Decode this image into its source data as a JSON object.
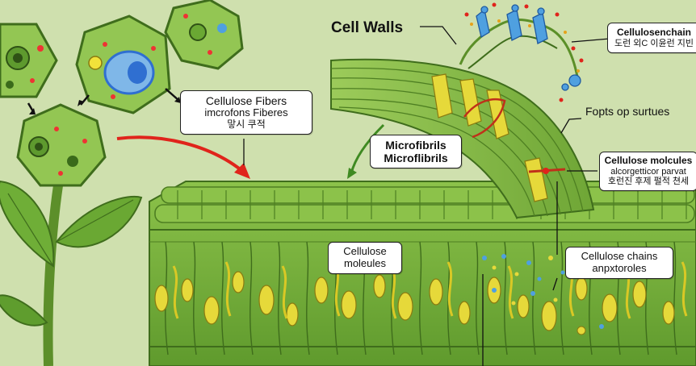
{
  "labels": {
    "cell_walls": "Cell Walls",
    "cellulose_fibers": {
      "line1": "Cellulose Fibers",
      "line2": "imcrofons Fiberes",
      "line3": "맣시 쿠적"
    },
    "microfibrils": {
      "line1": "Microfibrils",
      "line2": "Microflibrils"
    },
    "cellulose_chain_top": {
      "line1": "Cellulosenchain",
      "line2": "도런 외C 이윤런 지빈"
    },
    "fopts_op_surtues": "Fopts op surtues",
    "cellulose_molcules": {
      "line1": "Cellulose molcules",
      "line2": "alcorgetticor parvat",
      "line3": "호런진 후제 펄적 쳔세"
    },
    "cellulose_molecules_left": {
      "line1": "Cellulose",
      "line2": "moleules"
    },
    "cellulose_chains_right": {
      "line1": "Cellulose chains",
      "line2": "anpxtoroles"
    }
  },
  "colors": {
    "background": "#cfe0ae",
    "tissue_green": "#7fb53e",
    "dark_green": "#4e7f22",
    "fiber_yellow": "#e6d93a",
    "arrow_red": "#e0241b",
    "nucleus_blue": "#2f6fd1"
  }
}
